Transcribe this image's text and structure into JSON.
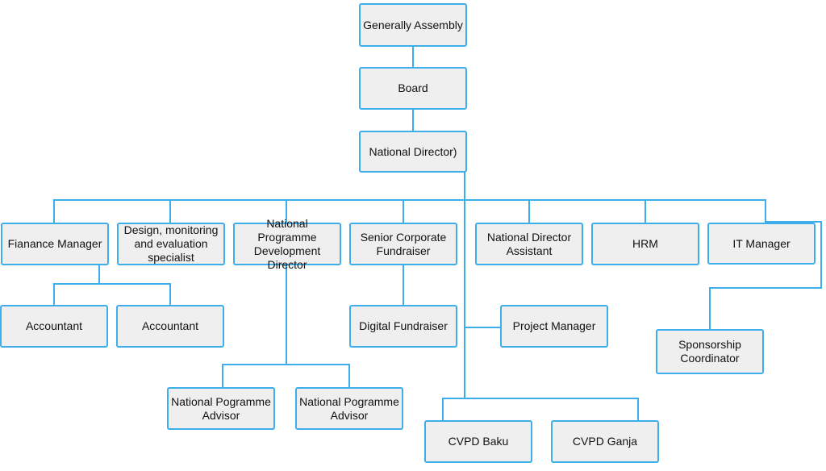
{
  "colors": {
    "line": "#3daee9",
    "box_fill": "#efefef",
    "text": "#111111"
  },
  "nodes": {
    "general_assembly": "Generally  Assembly",
    "board": "Board",
    "national_director": "National Director)",
    "finance_manager": "Fianance Manager",
    "design_monitoring": "Design, monitoring and evaluation specialist",
    "npd_director": "National Programme Development Director",
    "senior_fundraiser": "Senior Corporate Fundraiser",
    "nd_assistant": "National Director Assistant",
    "hrm": "HRM",
    "it_manager": "IT Manager",
    "accountant_1": "Accountant",
    "accountant_2": "Accountant",
    "digital_fundraiser": "Digital Fundraiser",
    "project_manager": "Project Manager",
    "sponsorship_coordinator": "Sponsorship Coordinator",
    "np_advisor_1": "National Pogramme Advisor",
    "np_advisor_2": "National Pogramme Advisor",
    "cvpd_baku": "CVPD Baku",
    "cvpd_ganja": "CVPD Ganja"
  }
}
